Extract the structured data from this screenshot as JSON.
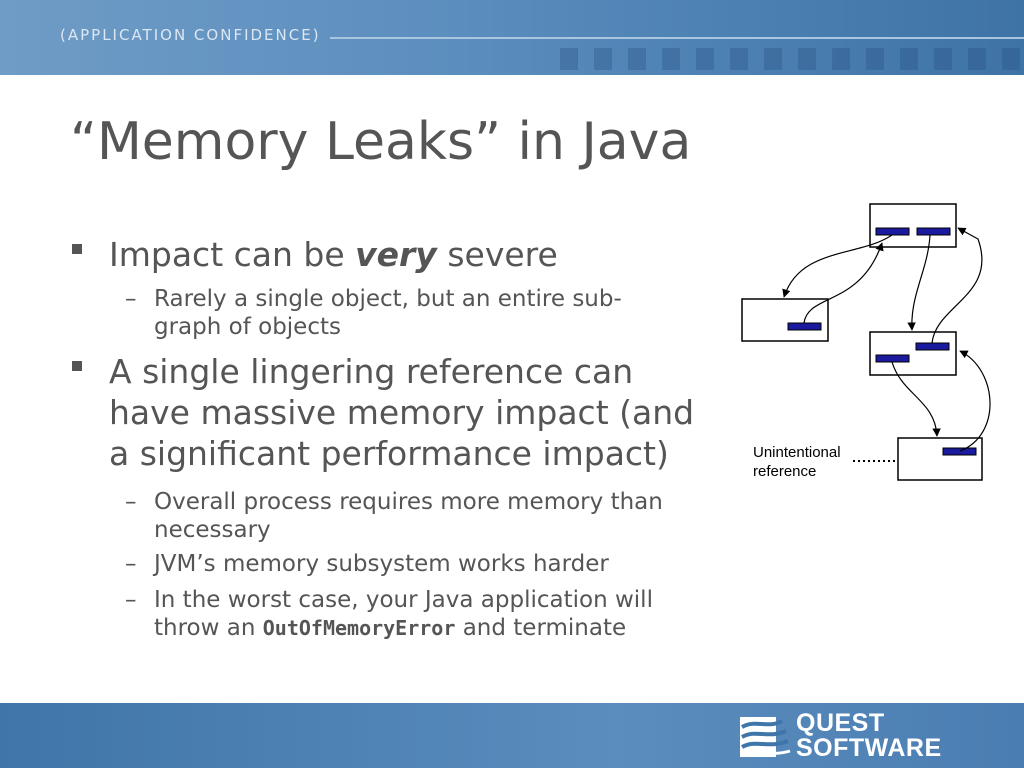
{
  "header": {
    "tagline": "(APPLICATION CONFIDENCE)"
  },
  "slide": {
    "title": "“Memory Leaks” in Java",
    "bullets": [
      {
        "prefix": "Impact can be ",
        "emphasis": "very",
        "suffix": " severe",
        "subs": [
          {
            "lines": [
              "Rarely a single object, but an entire sub-",
              "graph of objects"
            ]
          }
        ]
      },
      {
        "lines": [
          "A single lingering reference can",
          "have massive memory impact (and",
          "a significant performance impact)"
        ],
        "subs": [
          {
            "lines": [
              "Overall process requires more memory than",
              "necessary"
            ]
          },
          {
            "lines": [
              "JVM’s memory subsystem works harder"
            ]
          },
          {
            "line1": "In the worst case, your Java application will",
            "line2_prefix": "throw an ",
            "code": "OutOfMemoryError",
            "line2_suffix": " and terminate"
          }
        ]
      }
    ]
  },
  "diagram": {
    "label_line1": "Unintentional",
    "label_line2": "reference",
    "box_color": "#1a1a9e"
  },
  "footer": {
    "logo_line1": "QUEST",
    "logo_line2": "SOFTWARE"
  }
}
